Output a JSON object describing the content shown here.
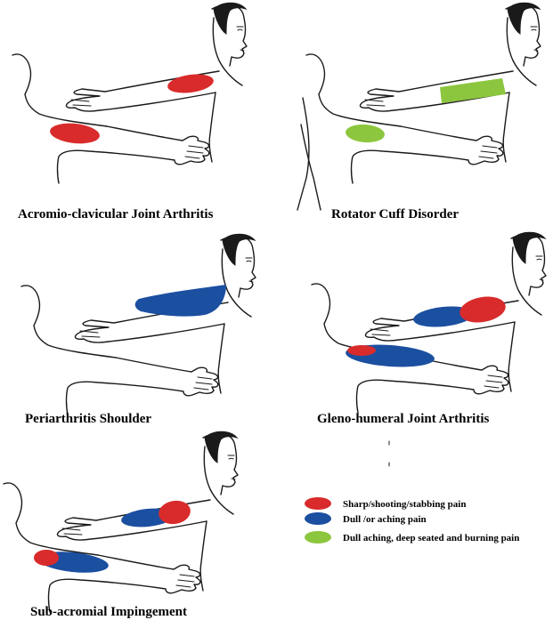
{
  "colors": {
    "sharp": "#d92b2b",
    "dull": "#1b4fa0",
    "burning": "#8cc63e",
    "line": "#1a1a1a"
  },
  "panels": [
    {
      "id": "acromio-clavicular",
      "title": "Acromio-clavicular Joint Arthritis",
      "icon": "arm-figure-illustration"
    },
    {
      "id": "rotator-cuff",
      "title": "Rotator Cuff Disorder",
      "icon": "arm-figure-illustration"
    },
    {
      "id": "periarthritis",
      "title": "Periarthritis Shoulder",
      "icon": "arm-figure-illustration"
    },
    {
      "id": "gleno-humeral",
      "title": "Gleno-humeral Joint Arthritis",
      "icon": "arm-figure-illustration"
    },
    {
      "id": "sub-acromial",
      "title": "Sub-acromial Impingement",
      "icon": "arm-figure-illustration"
    }
  ],
  "legend": {
    "items": [
      {
        "label": "Sharp/shooting/stabbing pain",
        "color": "#d92b2b"
      },
      {
        "label": "Dull /or aching pain",
        "color": "#1b4fa0"
      },
      {
        "label": "Dull aching, deep seated and burning pain",
        "color": "#8cc63e"
      }
    ]
  }
}
